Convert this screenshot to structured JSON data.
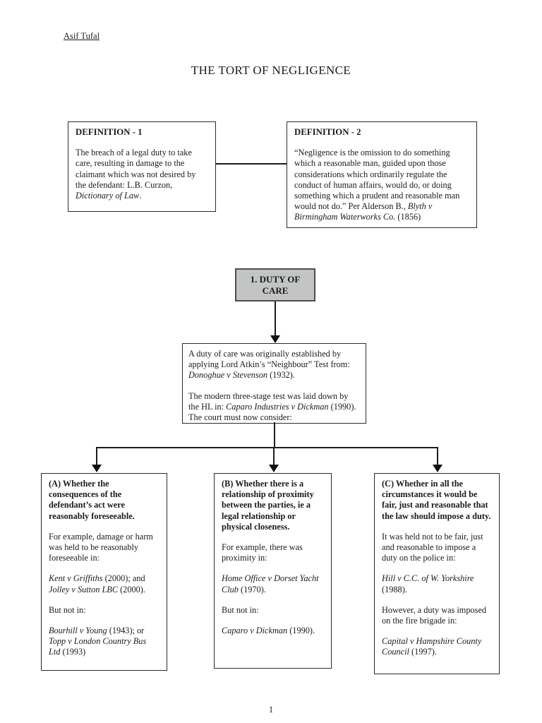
{
  "page": {
    "author": "Asif Tufal",
    "title": "THE TORT OF NEGLIGENCE",
    "page_number": "1"
  },
  "colors": {
    "line": "#1c1c1c",
    "duty_fill": "#c3c5c4",
    "duty_border": "#4d4d4d",
    "box_border": "#2b2b2b",
    "text": "#1b1b1b"
  },
  "definition1": {
    "heading": "DEFINITION - 1",
    "paragraphs": [
      [
        {
          "t": "The breach of a legal duty to take care, resulting in damage to the claimant which was not desired by the defendant: L.B. Curzon, "
        },
        {
          "t": "Dictionary of Law",
          "i": true
        },
        {
          "t": "."
        }
      ]
    ]
  },
  "definition2": {
    "heading": "DEFINITION - 2",
    "paragraphs": [
      [
        {
          "t": "“Negligence is the omission to do something which a reasonable man, guided upon those considerations which ordinarily regulate the conduct of human affairs, would do, or doing something which a prudent and reasonable man would not do.” Per Alderson B., "
        },
        {
          "t": "Blyth v Birmingham Waterworks Co.",
          "i": true
        },
        {
          "t": " (1856)"
        }
      ]
    ]
  },
  "duty_node": {
    "lines": [
      "1. DUTY OF",
      "CARE"
    ]
  },
  "duty_description": {
    "paragraphs": [
      [
        {
          "t": "A duty of care was originally established by applying Lord Atkin’s “Neighbour” Test from: "
        },
        {
          "t": "Donoghue v Stevenson",
          "i": true
        },
        {
          "t": " (1932)."
        }
      ],
      [
        {
          "t": "The modern three-stage test was laid down by the HL in: "
        },
        {
          "t": "Caparo Industries v Dickman",
          "i": true
        },
        {
          "t": " (1990).  The court must now consider:"
        }
      ]
    ]
  },
  "branch_a": {
    "paragraphs": [
      [
        {
          "t": "(A) Whether the consequences of the defendant’s act were reasonably foreseeable.",
          "b": true
        }
      ],
      [
        {
          "t": "For example, damage or harm was held to be reasonably foreseeable in:"
        }
      ],
      [
        {
          "t": "Kent v Griffiths",
          "i": true
        },
        {
          "t": " (2000); and "
        },
        {
          "t": "Jolley v Sutton LBC",
          "i": true
        },
        {
          "t": " (2000)."
        }
      ],
      [
        {
          "t": "But not in:"
        }
      ],
      [
        {
          "t": "Bourhill v Young",
          "i": true
        },
        {
          "t": " (1943); or "
        },
        {
          "t": "Topp v London Country Bus Ltd",
          "i": true
        },
        {
          "t": " (1993)"
        }
      ]
    ]
  },
  "branch_b": {
    "paragraphs": [
      [
        {
          "t": "(B) Whether there is a relationship of proximity between the parties, ie a legal relationship or physical closeness.",
          "b": true
        }
      ],
      [
        {
          "t": "For example, there was proximity in:"
        }
      ],
      [
        {
          "t": "Home Office v Dorset Yacht Club",
          "i": true
        },
        {
          "t": " (1970)."
        }
      ],
      [
        {
          "t": "But not in:"
        }
      ],
      [
        {
          "t": "Caparo v Dickman",
          "i": true
        },
        {
          "t": " (1990)."
        }
      ]
    ]
  },
  "branch_c": {
    "paragraphs": [
      [
        {
          "t": "(C) Whether in all the circumstances it would be fair, just and reasonable that the law should impose a duty.",
          "b": true
        }
      ],
      [
        {
          "t": "It was held not to be fair, just and reasonable to impose a duty on the police in:"
        }
      ],
      [
        {
          "t": "Hill v C.C. of W. Yorkshire",
          "i": true
        },
        {
          "t": " (1988)."
        }
      ],
      [
        {
          "t": "However, a duty was imposed on the fire brigade in:"
        }
      ],
      [
        {
          "t": "Capital v Hampshire County Council",
          "i": true
        },
        {
          "t": " (1997)."
        }
      ]
    ]
  }
}
